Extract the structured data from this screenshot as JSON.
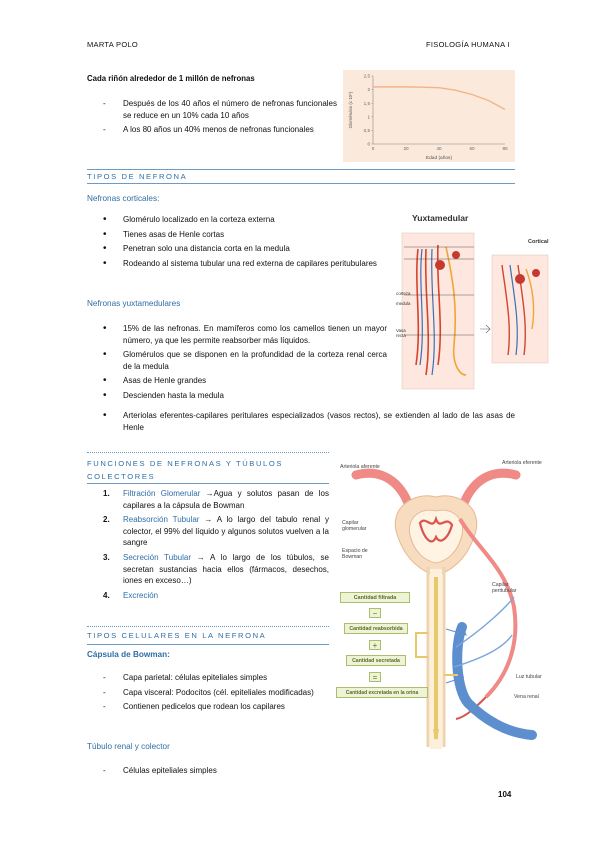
{
  "header": {
    "left": "MARTA POLO",
    "right": "FISOLOGÍA HUMANA I"
  },
  "intro": {
    "lead": "Cada riñón alrededor de 1 millón de nefronas",
    "items": [
      "Después de los 40 años el número de nefronas funcionales se reduce en un 10% cada 10 años",
      "A los 80 años un 40% menos de nefronas funcionales"
    ]
  },
  "chart_data": {
    "type": "line",
    "x": [
      0,
      10,
      20,
      30,
      40,
      50,
      60,
      70,
      80
    ],
    "values": [
      2.1,
      2.1,
      2.1,
      2.09,
      2.07,
      1.98,
      1.82,
      1.6,
      1.27
    ],
    "xlabel": "Edad (años)",
    "ylabel": "Glomérulos (x 10⁶)",
    "xticks": [
      "0",
      "20",
      "40",
      "60",
      "80"
    ],
    "yticks": [
      "0",
      "0,5",
      "1",
      "1,5",
      "2",
      "2,5"
    ],
    "xlim": [
      0,
      80
    ],
    "ylim": [
      0,
      2.5
    ],
    "line_color": "#f2b48a",
    "background": "#fbe9dc"
  },
  "tipos": {
    "title": "TIPOS DE NEFRONA",
    "corticales": {
      "title": "Nefronas corticales:",
      "items": [
        "Glomérulo localizado en la corteza externa",
        "Tienes asas de Henle cortas",
        "Penetran solo una distancia corta en la medula",
        "Rodeando al sistema tubular una red externa de capilares peritubulares"
      ]
    },
    "yuxta": {
      "title": "Nefronas yuxtamedulares",
      "items": [
        "15% de las nefronas. En mamíferos como los camellos tienen un mayor número, ya que les permite reabsorber más líquidos.",
        "Glomérulos que se disponen en la profundidad de la corteza renal cerca de la medula",
        "Asas de Henle grandes",
        "Descienden hasta la medula",
        "Arteriolas eferentes-capilares peritulares especializados (vasos rectos), se extienden al lado de las asas de Henle"
      ]
    },
    "figure": {
      "label_yuxta": "Yuxtamedular",
      "label_cortical": "Cortical",
      "side_labels": [
        "corteza",
        "medula",
        "Vasa recta"
      ]
    }
  },
  "funciones": {
    "title": "FUNCIONES DE NEFRONAS Y TÚBULOS COLECTORES",
    "items": [
      {
        "n": "1.",
        "term": "Filtración Glomerular",
        "text": "→Agua y solutos pasan de los capilares a la cápsula de Bowman"
      },
      {
        "n": "2.",
        "term": "Reabsorción Tubular",
        "text": "→ A lo largo del tabulo renal y colector, el 99% del líquido y algunos solutos vuelven a la sangre"
      },
      {
        "n": "3.",
        "term": "Secreción Tubular",
        "text": "→ A lo largo de los túbulos, se secretan sustancias hacia ellos (fármacos, desechos, iones en exceso…)"
      },
      {
        "n": "4.",
        "term": "Excreción",
        "text": ""
      }
    ],
    "figure": {
      "arteriola_aferente": "Arteriola aferente",
      "arteriola_eferente": "Arteriola eferente",
      "capilar_glomerular": "Capilar glomerular",
      "espacio_bowman": "Espacio de Bowman",
      "capilar_peritubular": "Capilar peritubular",
      "luz_tubular": "Luz tubular",
      "vena_renal": "Vena renal",
      "box_filtrada": "Cantidad filtrada",
      "op_minus1": "−",
      "box_reabsorbida": "Cantidad reabsorbida",
      "op_plus": "+",
      "box_secretada": "Cantidad secretada",
      "op_equals": "=",
      "box_excretada": "Cantidad excretada en la orina"
    }
  },
  "celulares": {
    "title": "TIPOS CELULARES EN LA NEFRONA",
    "bowman": {
      "title": "Cápsula de Bowman:",
      "items": [
        "Capa parietal: células epiteliales simples",
        "Capa visceral: Podocitos (cél. epiteliales modificadas)",
        "Contienen pedicelos que rodean los capilares"
      ]
    },
    "tubulo": {
      "title": "Túbulo renal y colector",
      "items": [
        "Células epiteliales simples"
      ]
    }
  },
  "page_number": "104"
}
